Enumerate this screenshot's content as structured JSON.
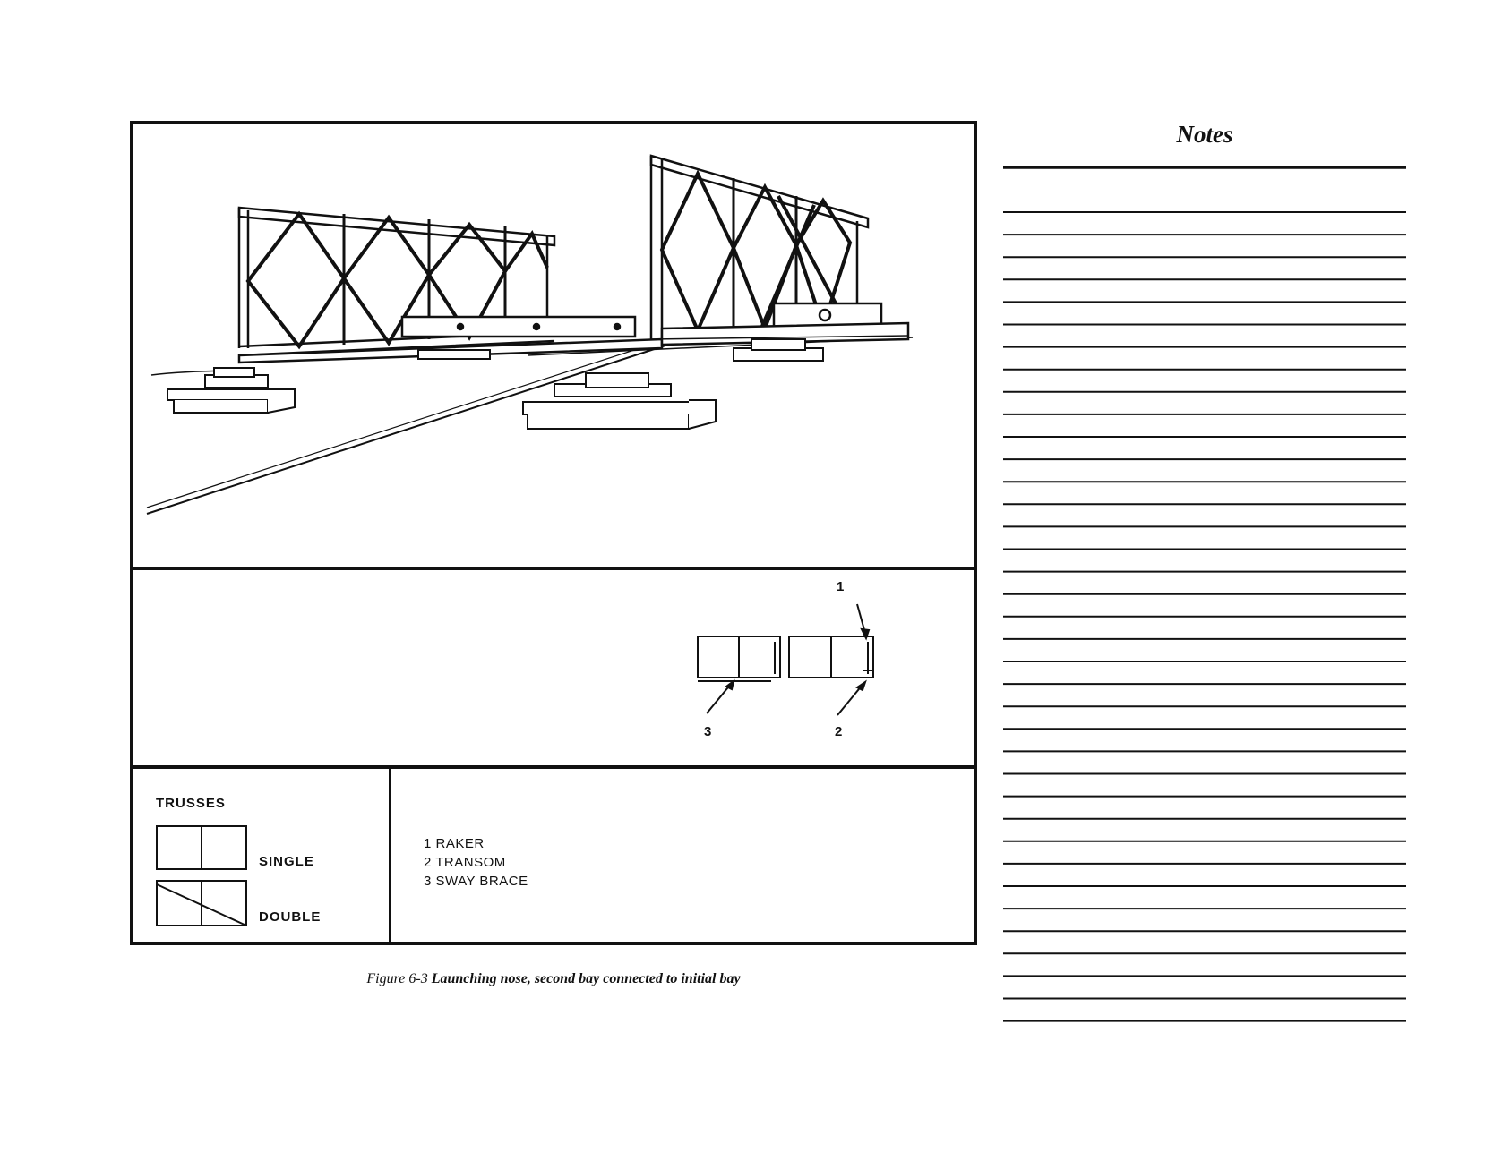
{
  "legend": {
    "title": "TRUSSES",
    "single_label": "SINGLE",
    "double_label": "DOUBLE"
  },
  "key": {
    "items": [
      "1 RAKER",
      "2 TRANSOM",
      "3 SWAY BRACE"
    ]
  },
  "callouts": {
    "raker": "1",
    "transom": "2",
    "sway_brace": "3"
  },
  "caption": {
    "prefix": "Figure 6-3",
    "text": "Launching nose, second bay connected to initial bay"
  },
  "notes": {
    "title": "Notes"
  }
}
